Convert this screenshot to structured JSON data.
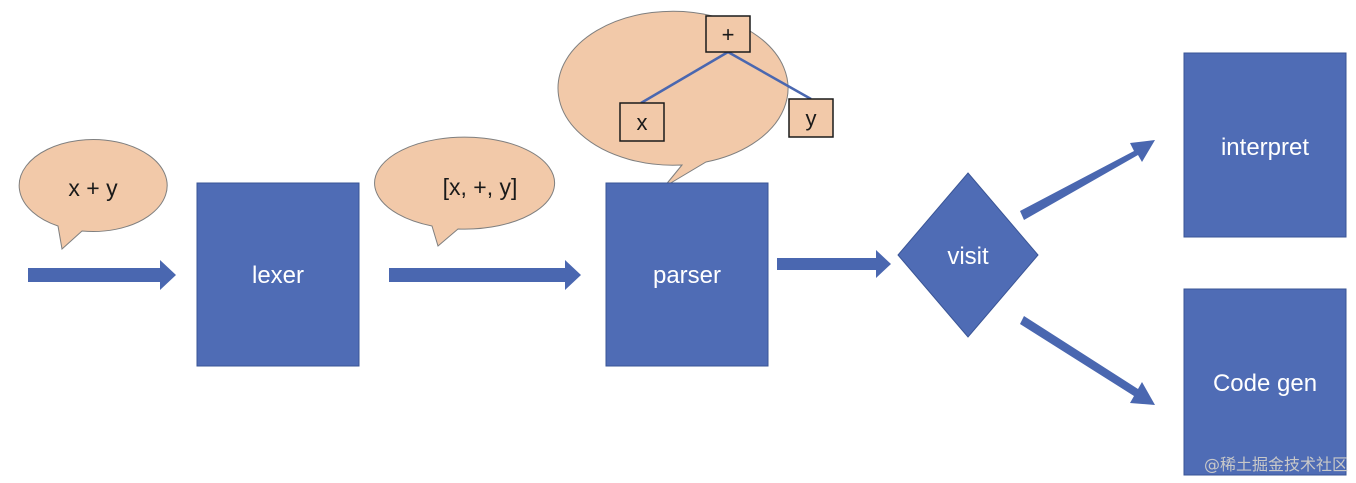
{
  "colors": {
    "box_fill": "#4f6cb5",
    "box_stroke": "#3a5596",
    "bubble_fill": "#f2c9a9",
    "bubble_stroke": "#7f7f7f",
    "arrow": "#4a67b0",
    "tree_edge": "#4a67b0"
  },
  "boxes": {
    "lexer": "lexer",
    "parser": "parser",
    "visit": "visit",
    "interpret": "interpret",
    "codegen": "Code gen"
  },
  "bubbles": {
    "source": "x + y",
    "tokens": "[x, +, y]"
  },
  "ast": {
    "root": "+",
    "left": "x",
    "right": "y"
  },
  "watermark": "@稀土掘金技术社区"
}
